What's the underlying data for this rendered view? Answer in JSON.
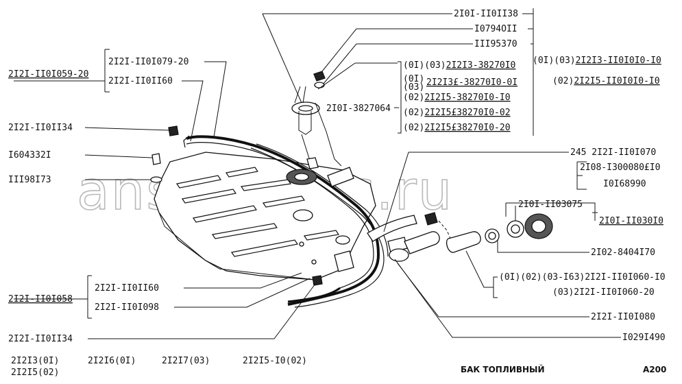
{
  "labels": {
    "p_2101_110138": "2I0I-II0II38",
    "p_1079401": "I0794OII",
    "p_1195370": "III95370",
    "p_01_03_2121338270": "(0I)(03)2I2I3-38270I0",
    "p_01_03_212133827001": "2I2I3£-38270I0-0I",
    "p_01_03_prefix": "(0I)\n(03)",
    "p_02_2121538270": "(02)2I2I5-38270I0-I0",
    "p_02_21215_02": "(02)2I2I5£-38270I0-02",
    "p_02_21215_20": "(02)2I2I5£-38270I0-20",
    "p_2101_3827064": "2I0I-3827064",
    "p_01_03_2121311010": "(0I)(03)2I2I3-II0I0I0-I0",
    "p_02_2121511010": "(02)2I2I5-II0I0I0-I0",
    "p_2121_11059": "2I2I-II0I059-20",
    "p_2121_1079_20": "2I2I-II0I079-20",
    "p_2121_110160_top": "2I2I-II0II60",
    "p_2121_110134_top": "2I2I-II0II34",
    "p_16043321": "I604332I",
    "p_1119873": "III98I73",
    "p_245": "245 2I2I-II0I070",
    "p_2108": "2I08-I300080£I0",
    "p_10168990": "I0I68990",
    "p_2101_1103075": "2I0I-II03075",
    "p_2101_1103010": "2I0I-II030I0",
    "p_2102_8404170": "2I02-8404I70",
    "p_01_02_03_163": "(0I)(02)(03-I63)2I2I-II0I060-I0",
    "p_03_2121_1060_20": "(03)2I2I-II0I060-20",
    "p_2121_1101080": "2I2I-II0I080",
    "p_10291490": "I029I490",
    "p_2121_11058": "2I2I-II0I058",
    "p_2121_110160_bot": "2I2I-II0II60",
    "p_2121_101098": "2I2I-II0I098",
    "p_2121_110134_bot": "2I2I-II0II34"
  },
  "footer": {
    "m1": "2I2I3(0I)",
    "m1b": "2I2I5(02)",
    "m2": "2I2I6(0I)",
    "m3": "2I2I7(03)",
    "m4": "2I2I5-I0(02)",
    "title": "БАК ТОПЛИВНЫЙ",
    "code": "A200"
  },
  "watermark": "ansatparts.ru"
}
